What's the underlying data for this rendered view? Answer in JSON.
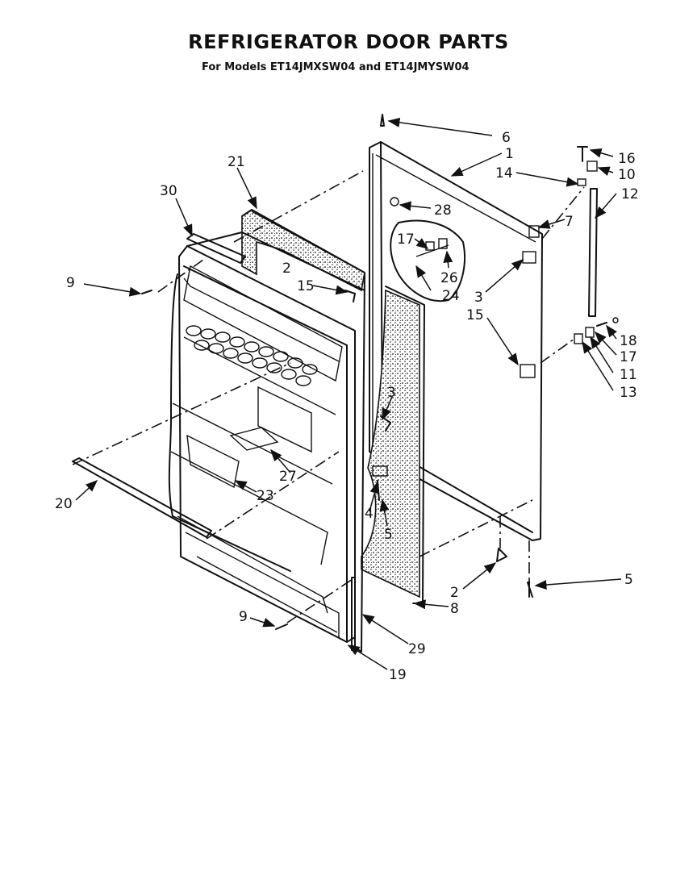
{
  "title": "REFRIGERATOR DOOR PARTS",
  "subtitle": "For Models ET14JMXSW04 and ET14JMYSW04",
  "callouts": {
    "c6": "6",
    "c1": "1",
    "c16": "16",
    "c10": "10",
    "c14": "14",
    "c12": "12",
    "c7": "7",
    "c21": "21",
    "c28": "28",
    "c30": "30",
    "c17a": "17",
    "c26": "26",
    "c24": "24",
    "c2a": "2",
    "c15a": "15",
    "c9a": "9",
    "c3a": "3",
    "c15b": "15",
    "c18": "18",
    "c17b": "17",
    "c11": "11",
    "c13": "13",
    "c3b": "3",
    "c27": "27",
    "c23": "23",
    "c20": "20",
    "c4": "4",
    "c5a": "5",
    "c2b": "2",
    "c5b": "5",
    "c8": "8",
    "c9b": "9",
    "c29": "29",
    "c19": "19"
  }
}
